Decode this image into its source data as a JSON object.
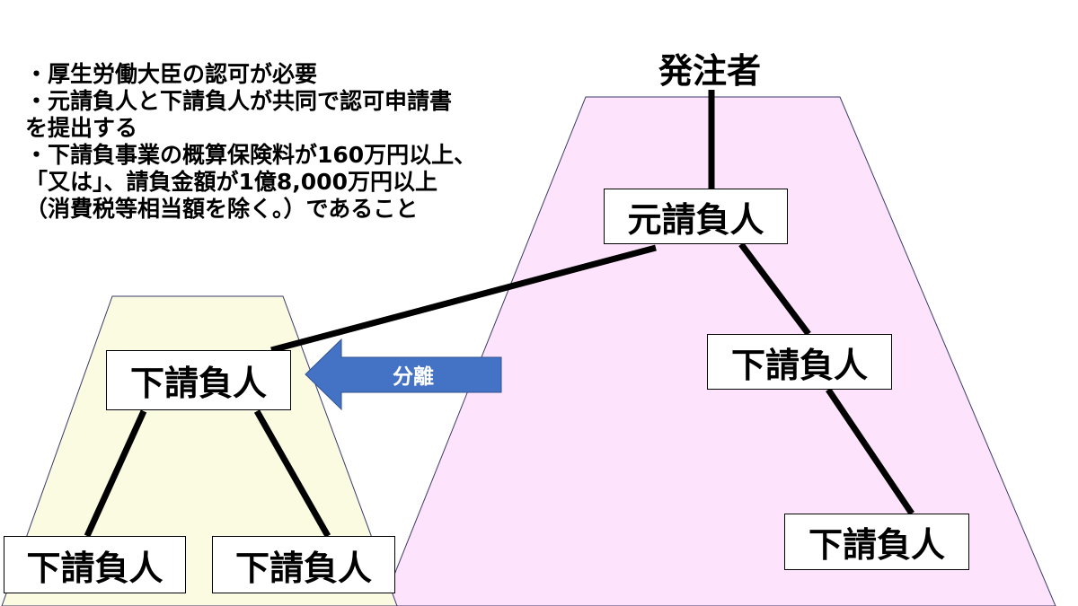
{
  "notes": [
    "・厚生労働大臣の認可が必要",
    "・元請負人と下請負人が共同で認可申請書",
    "を提出する",
    "・下請負事業の概算保険料が160万円以上、",
    "「又は」、請負金額が1億8,000万円以上",
    "（消費税等相当額を除く。）であること"
  ],
  "diagram": {
    "orderer": "発注者",
    "prime_contractor": "元請負人",
    "subcontractor": "下請負人",
    "separation_arrow": "分離"
  },
  "colors": {
    "pink_region": "#fde3fb",
    "yellow_region": "#fbfbe2",
    "arrow": "#4472c4",
    "region_border": "#3a3a6a"
  }
}
